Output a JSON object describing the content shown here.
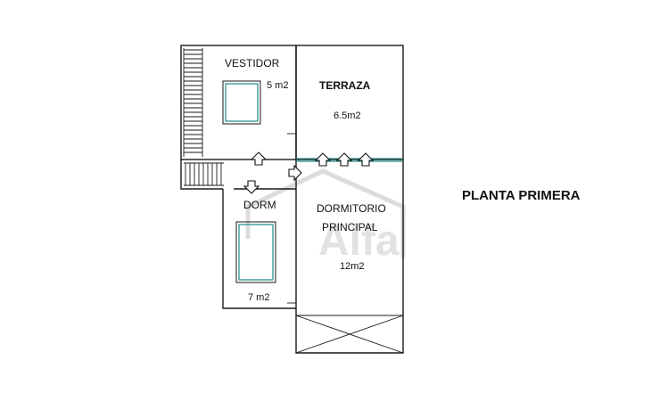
{
  "title": "PLANTA PRIMERA",
  "watermark": "Alfa",
  "rooms": {
    "vestidor": {
      "name": "VESTIDOR",
      "area": "5 m2"
    },
    "terraza": {
      "name": "TERRAZA",
      "area": "6.5m2"
    },
    "dorm": {
      "name": "DORM",
      "area": "7 m2"
    },
    "dormitorio_principal": {
      "name_line1": "DORMITORIO",
      "name_line2": "PRINCIPAL",
      "area": "12m2"
    }
  },
  "colors": {
    "wall": "#1a1a1a",
    "window": "#1f8a8a",
    "watermark": "#dcdcdc"
  }
}
